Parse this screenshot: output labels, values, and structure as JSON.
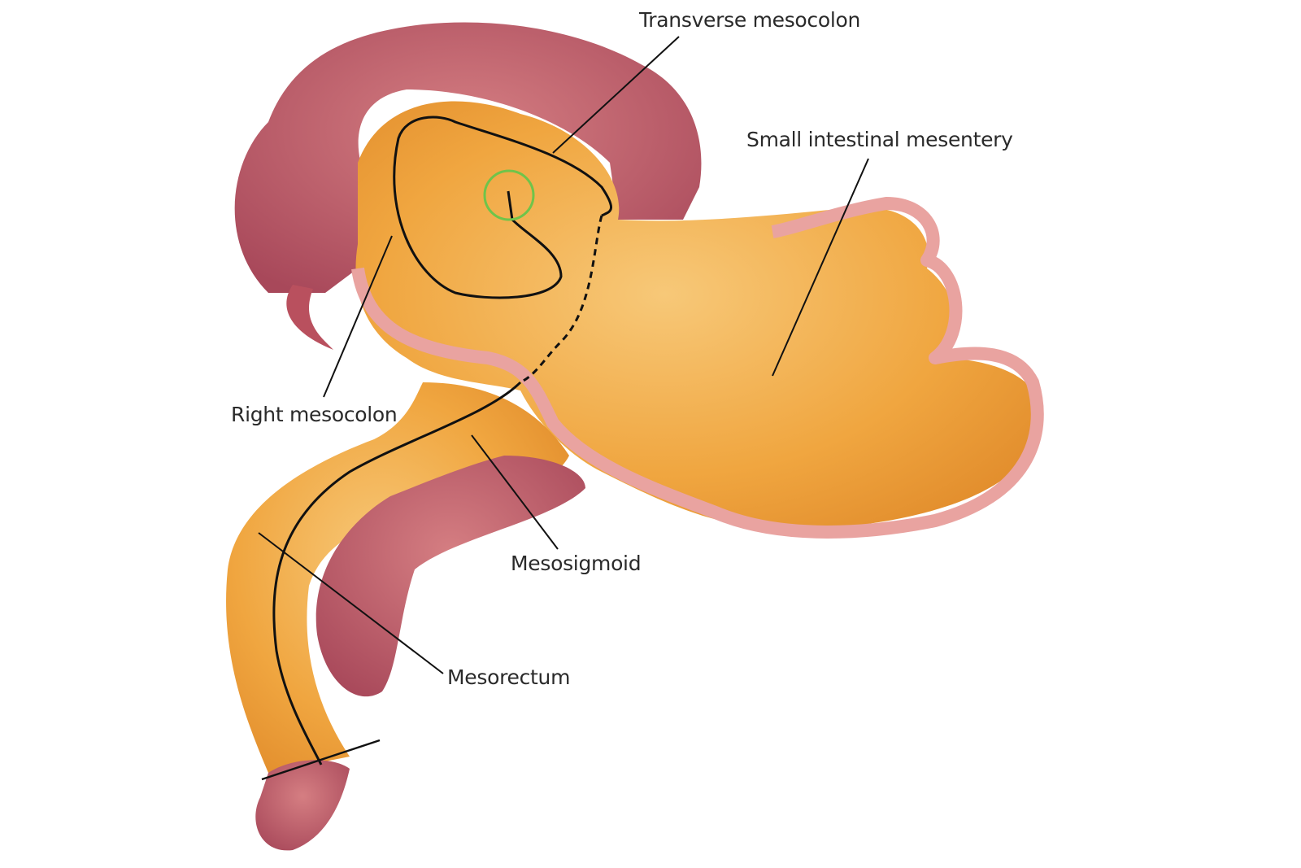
{
  "labels": {
    "transverse_mesocolon": "Transverse mesocolon",
    "small_intestinal_mesentery": "Small intestinal mesentery",
    "right_mesocolon": "Right mesocolon",
    "mesosigmoid": "Mesosigmoid",
    "mesorectum": "Mesorectum"
  },
  "colors": {
    "colon": "#c8626a",
    "colon_dark": "#9e4050",
    "mesentery": "#f0a640",
    "mesentery_light": "#f7c878",
    "bowel_edge": "#e9a3a0",
    "marker_circle": "#6fc44a",
    "line": "#111111"
  }
}
